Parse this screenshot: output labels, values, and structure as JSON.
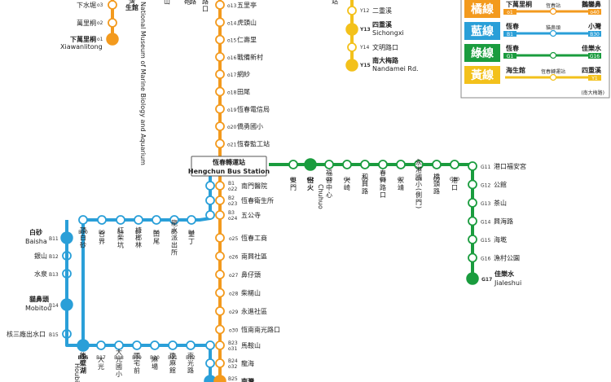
{
  "colors": {
    "orange": "#f39a1e",
    "blue": "#2a9fd8",
    "green": "#1a9c3e",
    "yellow": "#f3c11b"
  },
  "hub": {
    "name": "恆春轉運站",
    "en": "Hengchun Bus Station"
  },
  "museum_text": "National Museum of Marine Biology and Aquarium",
  "museum_short": "生館",
  "top_fragments": [
    "灣",
    "山",
    "砲",
    "路",
    "灣路口",
    "站"
  ],
  "orange_top": [
    {
      "code": "o3",
      "name": "下水堀"
    },
    {
      "code": "o2",
      "name": "萬里桐"
    },
    {
      "code": "o1",
      "name": "下萬里桐",
      "en": "Xiawanlitong",
      "major": true
    }
  ],
  "orange_main": [
    {
      "code": "o13",
      "name": "五里亭"
    },
    {
      "code": "o14",
      "name": "虎頭山"
    },
    {
      "code": "o15",
      "name": "仁壽里"
    },
    {
      "code": "o16",
      "name": "戰備新村"
    },
    {
      "code": "o17",
      "name": "網紗"
    },
    {
      "code": "o18",
      "name": "田尾"
    },
    {
      "code": "o19",
      "name": "恆春電信局"
    },
    {
      "code": "o20",
      "name": "僑勇國小"
    },
    {
      "code": "o21",
      "name": "恆春監工站"
    }
  ],
  "shared": [
    {
      "b": "B1",
      "o": "o22",
      "name": "南門醫院"
    },
    {
      "b": "B2",
      "o": "o23",
      "name": "恆春衛生所"
    },
    {
      "b": "B3",
      "o": "o24",
      "name": "五公寺"
    }
  ],
  "orange_south": [
    {
      "code": "o25",
      "name": "恆春工商"
    },
    {
      "code": "o26",
      "name": "南興社區"
    },
    {
      "code": "o27",
      "name": "鼻仔頭"
    },
    {
      "code": "o28",
      "name": "柴楊山"
    },
    {
      "code": "o29",
      "name": "永進社區"
    },
    {
      "code": "o30",
      "name": "恆南南光路口"
    }
  ],
  "shared_south": [
    {
      "b": "B23",
      "o": "o31",
      "name": "馬鞍山"
    },
    {
      "b": "B24",
      "o": "o32",
      "name": "龍海"
    },
    {
      "b": "B25",
      "o": "o33",
      "name": "南灣"
    }
  ],
  "blue_top": [
    {
      "code": "B4",
      "name": "墾丁"
    },
    {
      "code": "B5",
      "name": "龍水派出所"
    },
    {
      "code": "B6",
      "name": "田尾"
    },
    {
      "code": "B7",
      "name": "槺榔林"
    },
    {
      "code": "B8",
      "name": "紅柴坑"
    },
    {
      "code": "B9",
      "name": "合界"
    },
    {
      "code": "B10",
      "name": "頂白砂"
    }
  ],
  "blue_left": [
    {
      "code": "B11",
      "name": "白砂",
      "en": "Baisha",
      "major": true
    },
    {
      "code": "B12",
      "name": "銀山"
    },
    {
      "code": "B13",
      "name": "水泉"
    },
    {
      "code": "B14",
      "name": "貓鼻頭",
      "en": "Mobitou",
      "major": true
    },
    {
      "code": "B15",
      "name": "核三廠出水口"
    }
  ],
  "blue_bottom": [
    {
      "code": "B16",
      "name": "後壁湖",
      "en": "Houbihu",
      "major": true
    },
    {
      "code": "B17",
      "name": "大光"
    },
    {
      "code": "B18",
      "name": "大光國小"
    },
    {
      "code": "B19",
      "name": "國宅前"
    },
    {
      "code": "B20",
      "name": "麻場"
    },
    {
      "code": "B21",
      "name": "瓊麻館"
    },
    {
      "code": "B22",
      "name": "南光路"
    }
  ],
  "green_stations": [
    {
      "code": "G1",
      "name": "東門"
    },
    {
      "code": "G2",
      "name": "出火",
      "en": "Chuhuo",
      "major": true
    },
    {
      "code": "G3",
      "name": "福音中心"
    },
    {
      "code": "G4",
      "name": "大崎"
    },
    {
      "code": "G5",
      "name": "和興路"
    },
    {
      "code": "G6",
      "name": "春興路口"
    },
    {
      "code": "G7",
      "name": "永靖"
    },
    {
      "code": "G8",
      "name": "永港國小(側門)"
    },
    {
      "code": "G9",
      "name": "橋頭路"
    },
    {
      "code": "G10",
      "name": "港口"
    }
  ],
  "green_right": [
    {
      "code": "G11",
      "name": "港口福安宮"
    },
    {
      "code": "G12",
      "name": "公館"
    },
    {
      "code": "G13",
      "name": "茶山"
    },
    {
      "code": "G14",
      "name": "興海路"
    },
    {
      "code": "G15",
      "name": "海墘"
    },
    {
      "code": "G16",
      "name": "漁村公園"
    },
    {
      "code": "G17",
      "name": "佳樂水",
      "en": "Jialeshui",
      "major": true
    }
  ],
  "yellow": [
    {
      "code": "Y12",
      "name": "二重溪"
    },
    {
      "code": "Y13",
      "name": "四重溪",
      "en": "Sichongxi",
      "major": true
    },
    {
      "code": "Y14",
      "name": "文明路口"
    },
    {
      "code": "Y15",
      "name": "南大梅路",
      "en": "Nandamei Rd.",
      "major": true
    }
  ],
  "legend": [
    {
      "line": "橘線",
      "color": "#f39a1e",
      "from": "下萬里桐",
      "from_code": "o1",
      "mid": "恆春站",
      "to": "鵝鑾鼻",
      "to_code": "o40"
    },
    {
      "line": "藍線",
      "color": "#2a9fd8",
      "from": "恆春",
      "from_code": "B1",
      "mid": "貓鼻頭",
      "to": "小灣",
      "to_code": "B30"
    },
    {
      "line": "綠線",
      "color": "#1a9c3e",
      "from": "恆春",
      "from_code": "G1",
      "mid": "",
      "to": "佳樂水",
      "to_code": "G16"
    },
    {
      "line": "黃線",
      "color": "#f3c11b",
      "from": "海生館",
      "from_code": "",
      "mid": "恆春轉運站",
      "to": "四重溪",
      "to_code": "Y1"
    }
  ],
  "legend_note": "(南大梅路)"
}
